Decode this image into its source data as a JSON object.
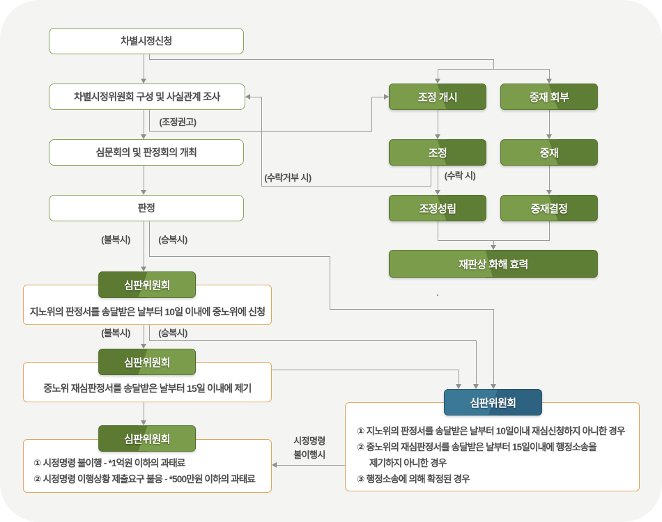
{
  "palette": {
    "canvas_bg": "#f4f4f3",
    "page_bg": "#ffffff",
    "green_light": "#7b9d4b",
    "green_dark": "#5f7e35",
    "blue_light": "#3a7896",
    "blue_dark": "#2d6280",
    "white_box_border": "#84a553",
    "orange_border": "#e0a75b",
    "line_gray": "#9a9a9a",
    "text_dark": "#4b4b4b"
  },
  "left_flow": {
    "apply": "차별시정신청",
    "committee": "차별시정위원회 구성 및 사실관계 조사",
    "hearing": "심문회의 및 판정회의 개최",
    "ruling": "판정"
  },
  "labels": {
    "mediation_recommendation": "(조정권고)",
    "dissent_1": "(불복시)",
    "accept_1": "(승복시)",
    "dissent_2": "(불복시)",
    "accept_2": "(승복시)",
    "acceptance_refused": "(수락거부 시)",
    "accepted": "(수락 시)",
    "noncompliance_line1": "시정명령",
    "noncompliance_line2": "불이행시"
  },
  "mediation_flow": {
    "mediation_open": "조정 개시",
    "arbitration_referral": "중재 회부",
    "mediation": "조정",
    "arbitration": "중재",
    "mediation_concluded": "조정성립",
    "arbitration_decision": "중재결정",
    "settlement_effect": "재판상 화해 효력"
  },
  "review_committee_label": "심판위원회",
  "review_boxes": {
    "first": "지노위의 판정서를 송달받은 날부터 10일 이내에 중노위에 신청",
    "second": "중노위 재심판정서를 송달받은 날부터 15일 이내에 제기",
    "third_line1": "① 시정명령 불이행 - *1억원 이하의 과태료",
    "third_line2": "② 시정명령 이행상황 제출요구 불응 - *500만원 이하의 과태료",
    "final_line1": "① 지노위의 판정서를 송달받은 날부터 10일이내 재심신청하지 아니한 경우",
    "final_line2": "② 중노위의 재심판정서를 송달받은 날부터 15일이내에 행정소송을",
    "final_line3": "제기하지 아니한 경우",
    "final_line4": "③ 행정소송에 의해 확정된 경우"
  }
}
